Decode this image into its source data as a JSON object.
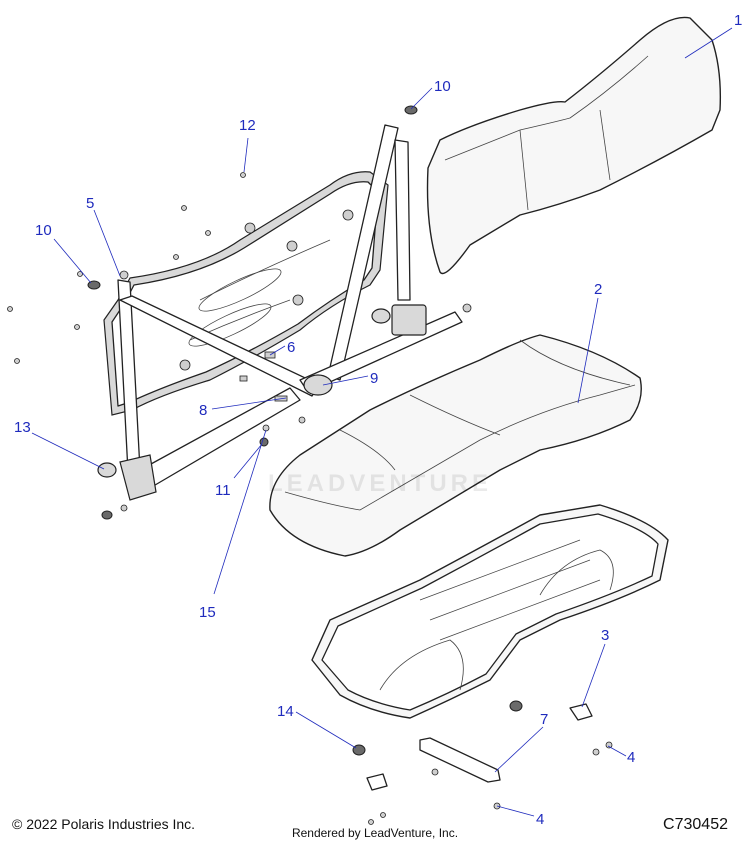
{
  "callouts": [
    {
      "id": "1",
      "label": "1"
    },
    {
      "id": "2",
      "label": "2"
    },
    {
      "id": "3",
      "label": "3"
    },
    {
      "id": "4a",
      "label": "4"
    },
    {
      "id": "4b",
      "label": "4"
    },
    {
      "id": "5",
      "label": "5"
    },
    {
      "id": "6",
      "label": "6"
    },
    {
      "id": "7",
      "label": "7"
    },
    {
      "id": "8",
      "label": "8"
    },
    {
      "id": "9",
      "label": "9"
    },
    {
      "id": "10a",
      "label": "10"
    },
    {
      "id": "10b",
      "label": "10"
    },
    {
      "id": "11",
      "label": "11"
    },
    {
      "id": "12",
      "label": "12"
    },
    {
      "id": "13",
      "label": "13"
    },
    {
      "id": "14",
      "label": "14"
    },
    {
      "id": "15",
      "label": "15"
    }
  ],
  "footer": {
    "copyright": "© 2022 Polaris Industries Inc.",
    "rendered_by": "Rendered by LeadVenture, Inc.",
    "drawing_id": "C730452"
  },
  "watermark": "LEADVENTURE",
  "colors": {
    "callout": "#1f2bbd",
    "line": "#222222",
    "background": "#ffffff"
  }
}
